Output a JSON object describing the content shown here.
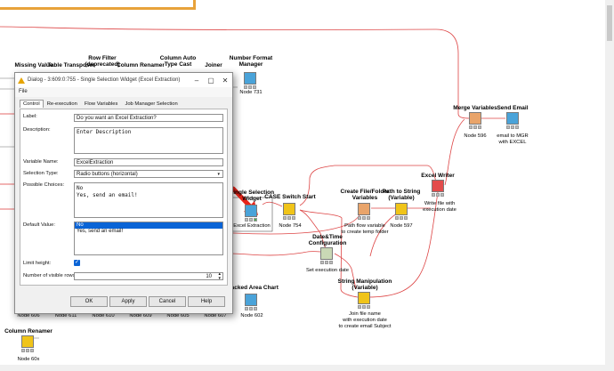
{
  "workflow": {
    "top_nodes": [
      {
        "id": "missing-value",
        "label": "Missing Value"
      },
      {
        "id": "table-transposer",
        "label": "Table Transposer"
      },
      {
        "id": "row-filter",
        "label": "Row Filter\n(deprecated)"
      },
      {
        "id": "column-renamer",
        "label": "Column Renamer"
      },
      {
        "id": "column-auto-type-cast",
        "label": "Column Auto\nType Cast"
      },
      {
        "id": "joiner",
        "label": "Joiner"
      },
      {
        "id": "number-format-manager",
        "label": "Number Format\nManager"
      }
    ],
    "node_731": "Node 731",
    "single_selection": {
      "label": "Single Selection\nWidget",
      "name": "Excel Extraction"
    },
    "case_switch": {
      "label": "CASE Switch Start",
      "name": "Node 754"
    },
    "datetime_config": {
      "label": "Date&Time\nConfiguration",
      "name": "Set execution date"
    },
    "create_file": {
      "label": "Create File/Folder\nVariables",
      "name": "Path flow variable\nto create temp folder"
    },
    "path_to_string": {
      "label": "Path to String\n(Variable)",
      "name": "Node 597"
    },
    "excel_writer": {
      "label": "Excel Writer",
      "name": "Write file with\nexecution date"
    },
    "merge_variables": {
      "label": "Merge Variables",
      "name": "Node 596"
    },
    "send_email": {
      "label": "Send Email",
      "name": "email to MGR\nwith EXCEL"
    },
    "string_manipulation": {
      "label": "String Manipulation\n(Variable)",
      "name": "Join file name\nwith execution date\nto create email Subject"
    },
    "stacked_area": {
      "label": "Stacked Area Chart",
      "name": "Node 602"
    },
    "bottom_names": [
      "Node 606",
      "Node 611",
      "Node 610",
      "Node 609",
      "Node 605",
      "Node 607"
    ],
    "column_renamer_bottom": "Column Renamer",
    "node_60x": "Node 60x"
  },
  "dialog": {
    "title": "Dialog - 3:609:0:755 - Single Selection Widget (Excel Extraction)",
    "menu": "File",
    "window_controls": [
      "–",
      "▢",
      "✕"
    ],
    "tabs": [
      "Control",
      "Re-execution",
      "Flow Variables",
      "Job Manager Selection"
    ],
    "active_tab": "Control",
    "fields": {
      "label_label": "Label:",
      "label_value": "Do you want an Excel Extraction?",
      "description_label": "Description:",
      "description_value": "Enter Description",
      "variable_name_label": "Variable Name:",
      "variable_name_value": "ExcelExtraction",
      "selection_type_label": "Selection Type:",
      "selection_type_value": "Radio buttons (horizontal)",
      "possible_choices_label": "Possible Choices:",
      "possible_choices": [
        "No",
        "Yes, send an email!"
      ],
      "default_value_label": "Default Value:",
      "default_values": [
        "No",
        "Yes, send an email!"
      ],
      "default_selected": "No",
      "limit_height_label": "Limit height:",
      "limit_height_checked": true,
      "visible_rows_label": "Number of visible rows:",
      "visible_rows_value": "10"
    },
    "buttons": {
      "ok": "OK",
      "apply": "Apply",
      "cancel": "Cancel",
      "help": "Help"
    }
  },
  "colors": {
    "connection": "#d33",
    "variable_line": "#d66",
    "accent": "#e8a23a",
    "selection_blue": "#0a64d6"
  }
}
